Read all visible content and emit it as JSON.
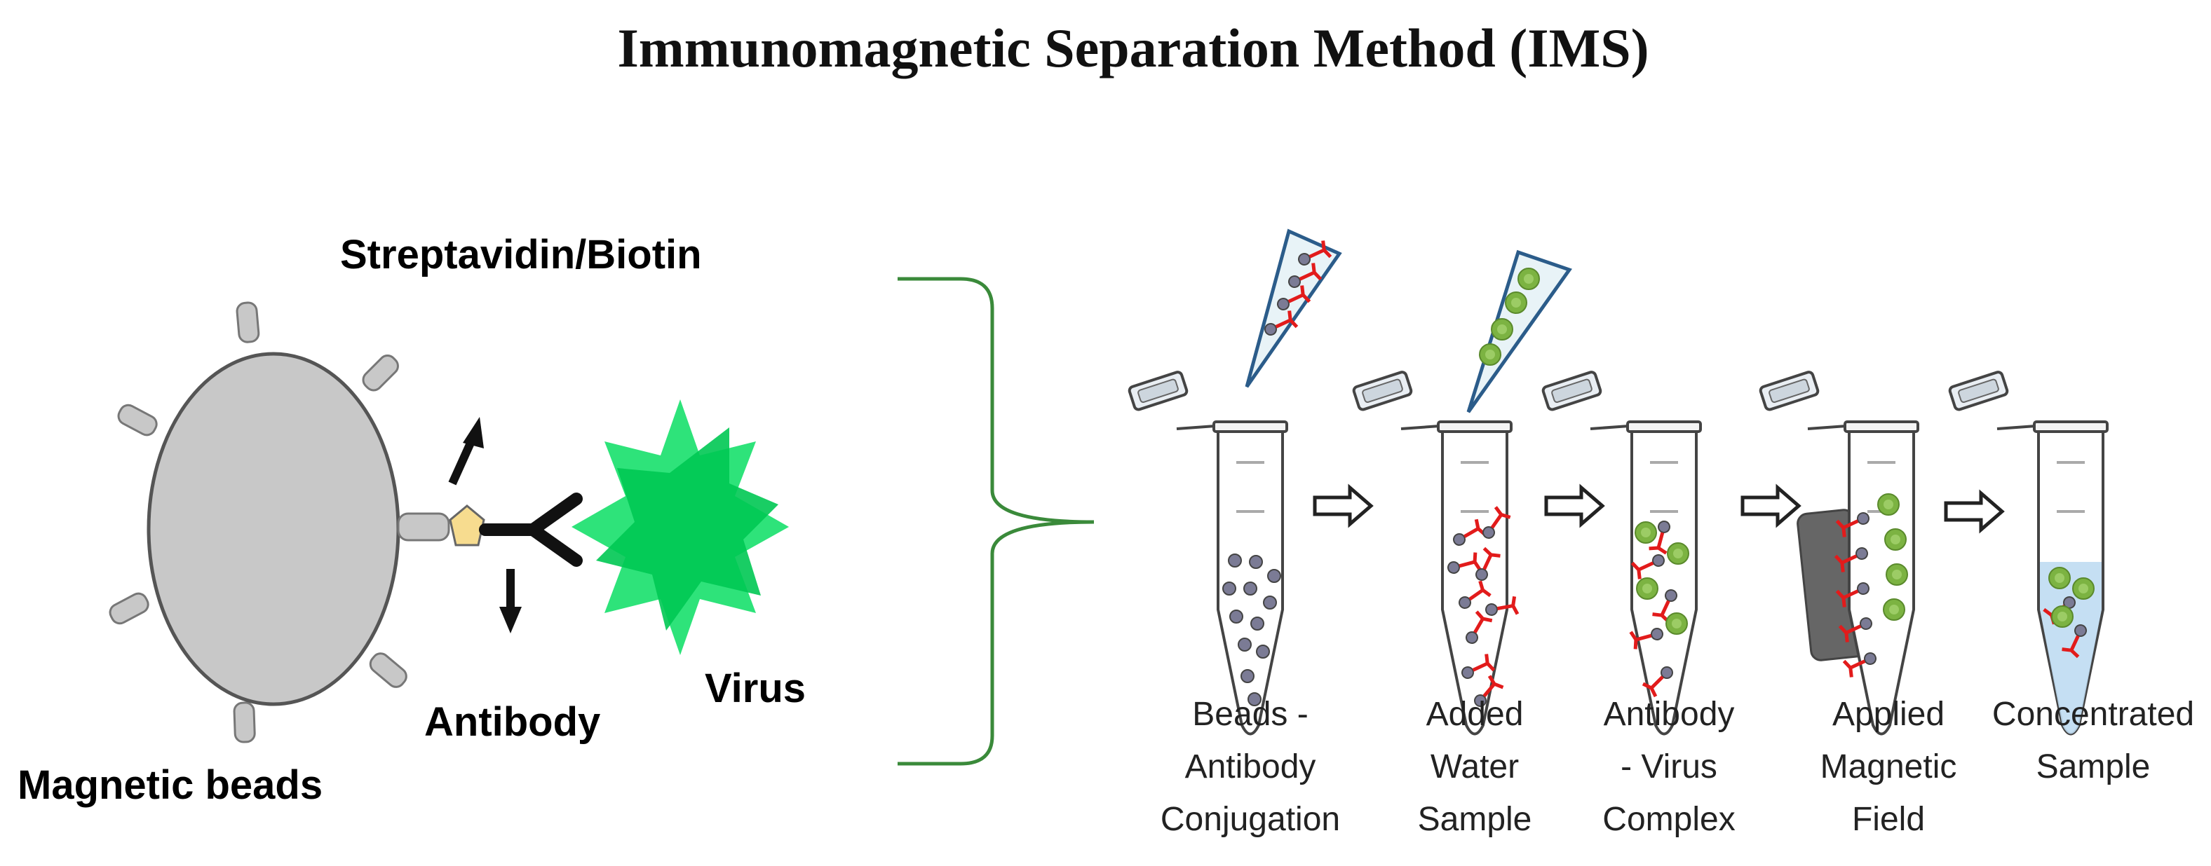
{
  "title": "Immunomagnetic Separation Method (IMS)",
  "labels": {
    "streptavidin": "Streptavidin/Biotin",
    "antibody": "Antibody",
    "virus": "Virus",
    "magnetic_beads": "Magnetic beads"
  },
  "steps": [
    {
      "lines": [
        "Beads -",
        "Antibody",
        "Conjugation"
      ]
    },
    {
      "lines": [
        "Added",
        "Water",
        "Sample"
      ]
    },
    {
      "lines": [
        "Antibody",
        "- Virus",
        "Complex"
      ]
    },
    {
      "lines": [
        "Applied",
        "Magnetic",
        "Field"
      ]
    },
    {
      "lines": [
        "Concentrated",
        "Sample"
      ]
    }
  ],
  "colors": {
    "bead": "#c8c8c8",
    "bead_stroke": "#555555",
    "streptavidin": "#f7dc8f",
    "virus": "#00c853",
    "virus_light": "#2ee37a",
    "brace": "#3a8a3a",
    "magnet": "#666666",
    "liquid": "#bfdcf2",
    "bead_small": "#7b7b95",
    "antibody_red": "#e21b1b",
    "virus_small": "#7cb342"
  }
}
